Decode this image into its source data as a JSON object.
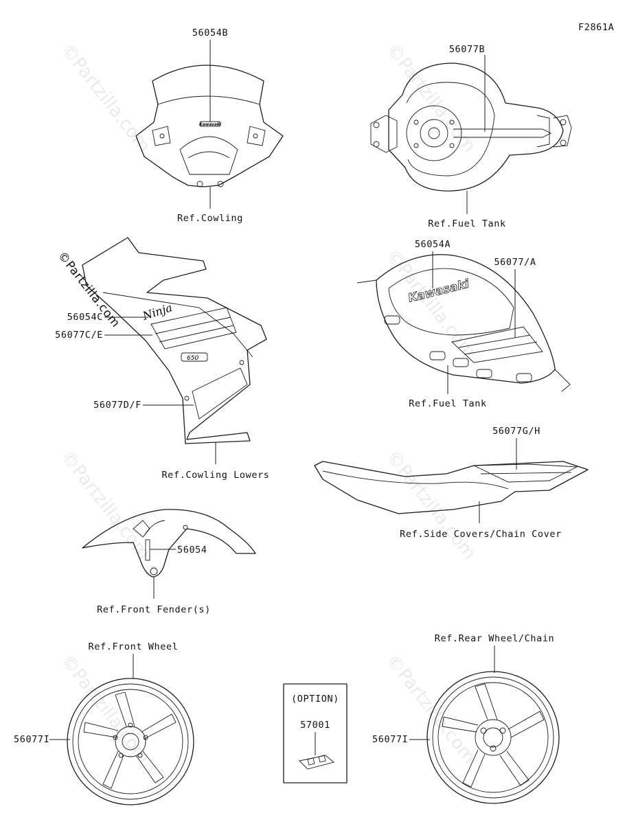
{
  "figure_id": "F2861A",
  "watermark": "©Partzilla.com",
  "labels": {
    "p56054B": "56054B",
    "ref_cowling": "Ref.Cowling",
    "p56077B": "56077B",
    "ref_fuel_tank_top": "Ref.Fuel Tank",
    "p56054A": "56054A",
    "p56077A": "56077/A",
    "ref_fuel_tank_side": "Ref.Fuel Tank",
    "p56054C": "56054C",
    "p56077CE": "56077C/E",
    "p56077DF": "56077D/F",
    "ref_cowling_lowers": "Ref.Cowling Lowers",
    "p56077GH": "56077G/H",
    "ref_side_covers": "Ref.Side Covers/Chain Cover",
    "p56054": "56054",
    "ref_front_fender": "Ref.Front Fender(s)",
    "ref_front_wheel": "Ref.Front Wheel",
    "p56077I_front": "56077I",
    "option": "(OPTION)",
    "p57001": "57001",
    "ref_rear_wheel": "Ref.Rear Wheel/Chain",
    "p56077I_rear": "56077I"
  },
  "decals": {
    "kawasaki_small": "Kawasaki",
    "kawasaki_tank": "Kawasaki",
    "ninja": "Ninja",
    "model_number": "650"
  },
  "colors": {
    "line": "#1a1a1a",
    "background": "#ffffff"
  }
}
